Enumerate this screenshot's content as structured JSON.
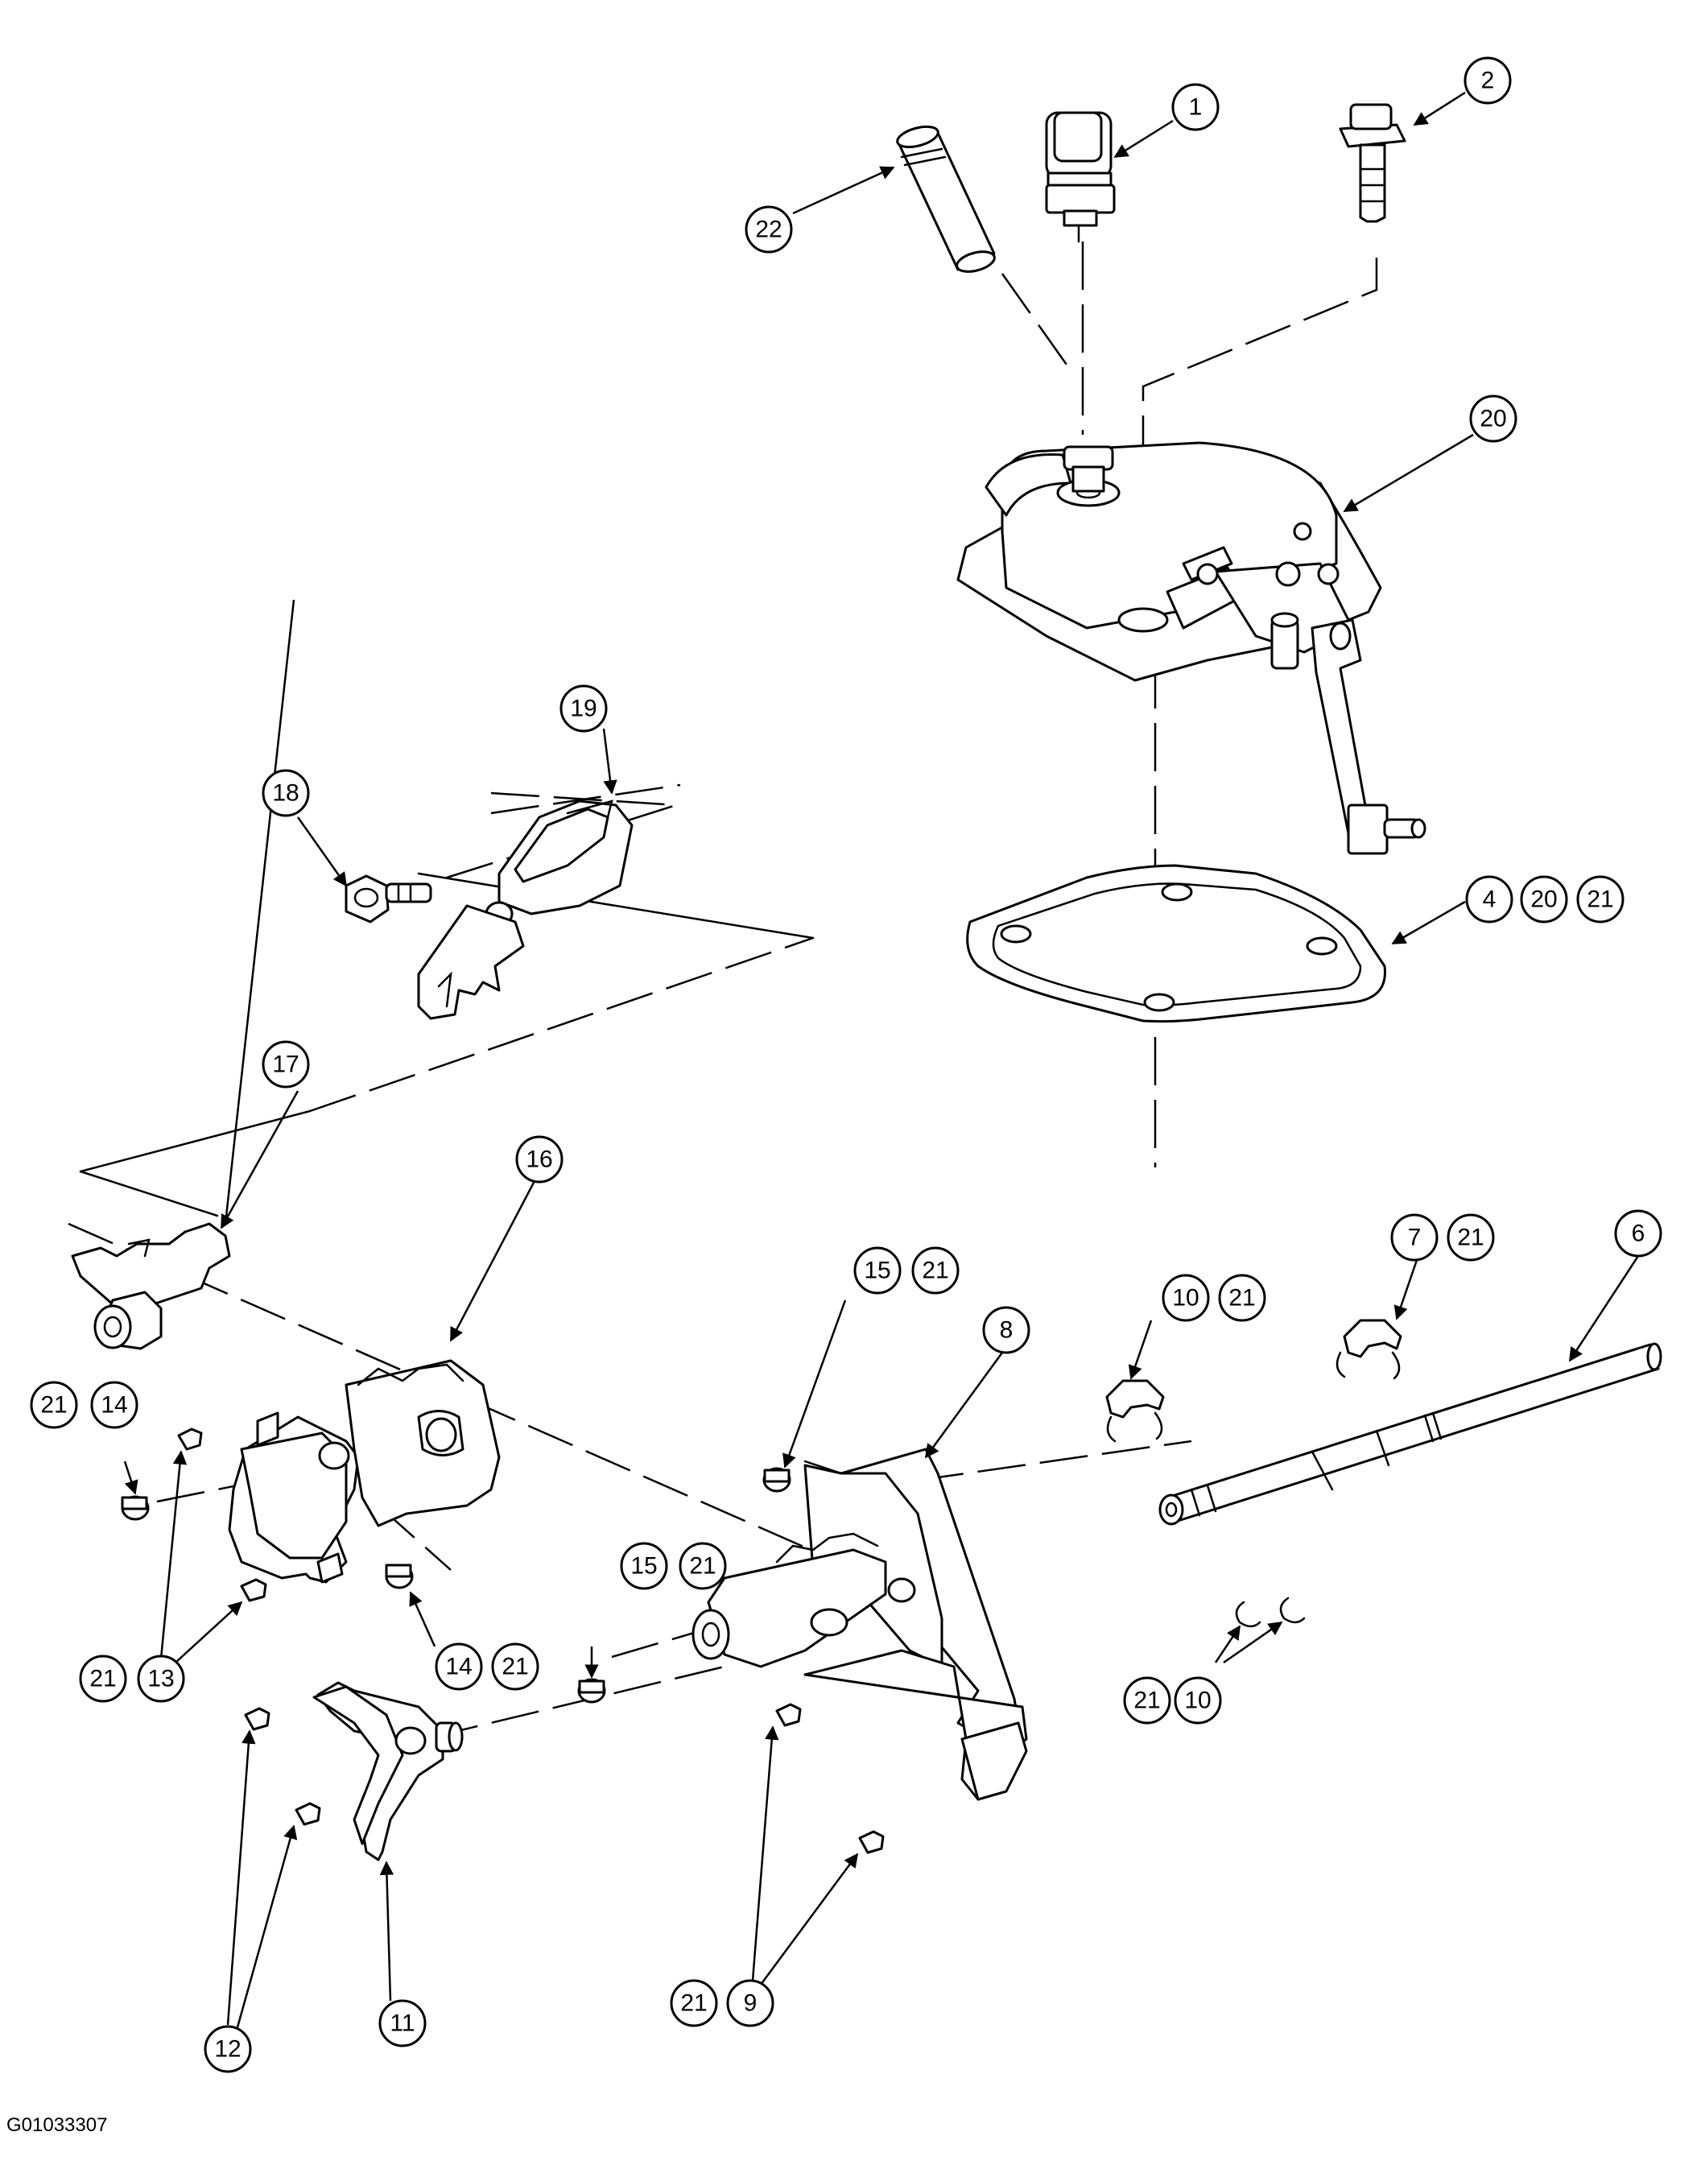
{
  "figure_id": "G01033307",
  "callouts": {
    "c1": "1",
    "c2": "2",
    "c4": "4",
    "c6": "6",
    "c7": "7",
    "c8": "8",
    "c9": "9",
    "c10a": "10",
    "c10b": "10",
    "c11": "11",
    "c12": "12",
    "c13": "13",
    "c14a": "14",
    "c14b": "14",
    "c15a": "15",
    "c15b": "15",
    "c16": "16",
    "c17": "17",
    "c18": "18",
    "c19": "19",
    "c20a": "20",
    "c20b": "20",
    "c21a": "21",
    "c21b": "21",
    "c21c": "21",
    "c21d": "21",
    "c21e": "21",
    "c21f": "21",
    "c21g": "21",
    "c21h": "21",
    "c21i": "21",
    "c21j": "21",
    "c22": "22"
  }
}
